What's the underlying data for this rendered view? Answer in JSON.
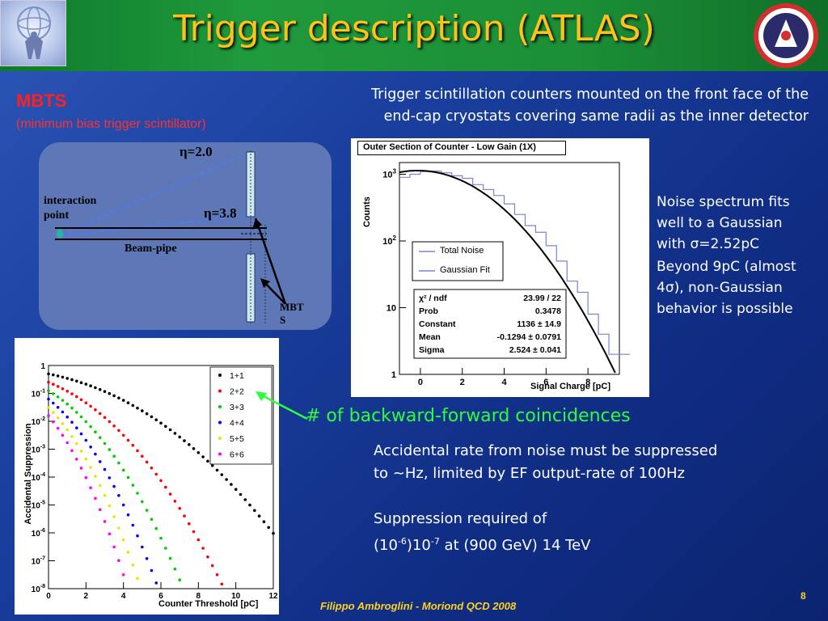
{
  "title": "Trigger description (ATLAS)",
  "mbts": {
    "heading": "MBTS",
    "subheading": "(minimum bias trigger scintillator)"
  },
  "top_description": {
    "line1": "Trigger scintillation counters mounted on the front face of the",
    "line2": "end-cap cryostats covering same radii as the inner detector"
  },
  "detector": {
    "eta_high": "η=2.0",
    "eta_low": "η=3.8",
    "interaction_point_line1": "interaction",
    "interaction_point_line2": "point",
    "beam_pipe": "Beam-pipe",
    "mbts_label_line1": "MBT",
    "mbts_label_line2": "S"
  },
  "noise_plot": {
    "title": "Outer Section of Counter - Low Gain (1X)",
    "ylabel": "Counts",
    "xlabel": "Signal Charge [pC]",
    "xticks": [
      "0",
      "2",
      "4",
      "6",
      "8"
    ],
    "legend": [
      "Total Noise",
      "Gaussian Fit"
    ],
    "stats": [
      {
        "key": "χ² / ndf",
        "value": "23.99 / 22"
      },
      {
        "key": "Prob",
        "value": "0.3478"
      },
      {
        "key": "Constant",
        "value": "1136 ± 14.9"
      },
      {
        "key": "Mean",
        "value": "-0.1294 ± 0.0791"
      },
      {
        "key": "Sigma",
        "value": "2.524 ± 0.041"
      }
    ]
  },
  "suppression_plot": {
    "ylabel": "Accidental Suppression",
    "xlabel": "Counter Threshold [pC]",
    "xticks": [
      "0",
      "2",
      "4",
      "6",
      "8",
      "10",
      "12"
    ]
  },
  "noise_text": {
    "p1_line1": "Noise spectrum fits",
    "p1_line2": "well to a Gaussian",
    "p1_line3": "with σ=2.52pC",
    "p2_line1": "Beyond 9pC (almost",
    "p2_line2": "4σ), non-Gaussian",
    "p2_line3": "behavior is possible"
  },
  "coincidences_label": "# of backward-forward coincidences",
  "accidental_text": {
    "line1": "Accidental rate from noise must be suppressed",
    "line2": "to ~Hz, limited by EF output-rate of 100Hz",
    "line3": "Suppression required of",
    "line4_open": "(10",
    "line4_exp1": "-6",
    "line4_mid": ")10",
    "line4_exp2": "-7",
    "line4_end": " at (900 GeV) 14 TeV"
  },
  "footer": {
    "author": "Filippo Ambroglini - Moriond QCD 2008",
    "page": "8"
  },
  "colors": {
    "title": "#ffc21a",
    "mbts_red": "#ff2020",
    "green_label": "#2bff3a",
    "footer_yellow": "#ffd21e"
  },
  "chart_data": [
    {
      "type": "line",
      "title": "Outer Section of Counter - Low Gain (1X)",
      "xlabel": "Signal Charge [pC]",
      "ylabel": "Counts",
      "xlim": [
        -1,
        9.5
      ],
      "ylim": [
        1,
        1500
      ],
      "log_y": true,
      "yticks": [
        1,
        10,
        100,
        1000
      ],
      "xticks": [
        0,
        2,
        4,
        6,
        8
      ],
      "series": [
        {
          "name": "Total Noise",
          "style": "step",
          "x": [
            -1,
            -0.5,
            0,
            0.5,
            1,
            1.5,
            2,
            2.5,
            3,
            3.5,
            4,
            4.5,
            5,
            5.5,
            6,
            6.5,
            7,
            7.5,
            8,
            8.5,
            9,
            9.5
          ],
          "y": [
            900,
            1000,
            1100,
            1120,
            1050,
            950,
            870,
            700,
            590,
            480,
            360,
            250,
            170,
            135,
            85,
            50,
            25,
            17,
            8,
            4,
            2,
            2
          ]
        },
        {
          "name": "Gaussian Fit",
          "style": "curve",
          "constant": 1136,
          "mean": -0.1294,
          "sigma": 2.524,
          "x_range": [
            -1,
            9.3
          ]
        }
      ]
    },
    {
      "type": "scatter",
      "xlabel": "Counter Threshold [pC]",
      "ylabel": "Accidental Suppression",
      "xlim": [
        0,
        12
      ],
      "ylim": [
        1e-08,
        1
      ],
      "log_y": true,
      "xticks": [
        0,
        2,
        4,
        6,
        8,
        10,
        12
      ],
      "series": [
        {
          "name": "1+1",
          "color": "#000000",
          "n": 1
        },
        {
          "name": "2+2",
          "color": "#ff0000",
          "n": 2
        },
        {
          "name": "3+3",
          "color": "#00cc00",
          "n": 3
        },
        {
          "name": "4+4",
          "color": "#0000ff",
          "n": 4
        },
        {
          "name": "5+5",
          "color": "#e6e600",
          "n": 5
        },
        {
          "name": "6+6",
          "color": "#ff00ff",
          "n": 6
        }
      ],
      "model": "P(x) = erfc(x / (σ√2)) / 2 with σ = 2.52 pC; suppression = P(x)^n",
      "x_step": 0.25
    }
  ]
}
